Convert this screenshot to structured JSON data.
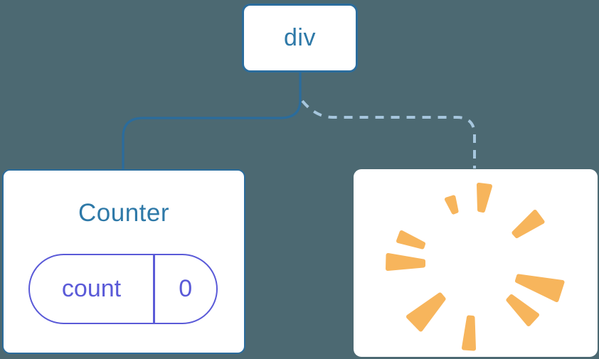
{
  "colors": {
    "background": "#4C6972",
    "card-bg": "#FFFFFF",
    "node-border": "#2B6C9C",
    "node-text": "#2E79A8",
    "dashed-line": "#A6C6DD",
    "state-purple": "#5A5AD8",
    "poof-orange": "#F7B55C"
  },
  "diagram": {
    "root_node": {
      "label": "div"
    },
    "counter_node": {
      "title": "Counter",
      "state_pill": {
        "name": "count",
        "value": "0"
      }
    },
    "removed_node": {
      "icon": "poof-starburst"
    }
  }
}
